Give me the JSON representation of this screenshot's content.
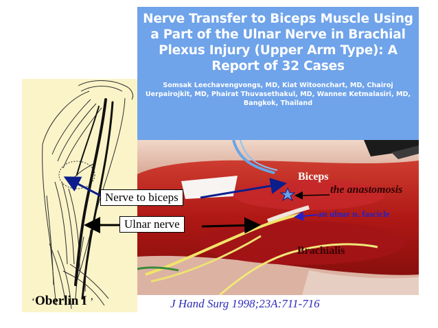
{
  "paper": {
    "title": "Nerve Transfer to Biceps Muscle Using a Part of the Ulnar Nerve in Brachial Plexus Injury (Upper Arm Type): A Report of 32 Cases",
    "authors": "Somsak Leechavengvongs, MD, Kiat Witoonchart, MD, Chairoj Uerpairojkit, MD, Phairat Thuvasethakul, MD, Wannee Ketmalasiri, MD, Bangkok, Thailand"
  },
  "labels": {
    "nerve_to_biceps": "Nerve to biceps",
    "ulnar_nerve": "Ulnar nerve",
    "biceps": "Biceps",
    "anastomosis": "the anastomosis",
    "fascicle": "an ulnar n. fascicle",
    "brachialis": "Brachialis",
    "oberlin": "Oberlin I",
    "oberlin_open_quote": "‘",
    "oberlin_close_quote": "’"
  },
  "citation": "J Hand Surg 1998;23A:711-716",
  "colors": {
    "header_bg": "#6fa3ea",
    "arrow_blue": "#0b1e8c",
    "citation_blue": "#2b2bb8",
    "sketch_bg": "#fbf4c9",
    "tissue_red": "#b61c18"
  },
  "icons": {
    "anastomosis_marker": "star-icon"
  }
}
